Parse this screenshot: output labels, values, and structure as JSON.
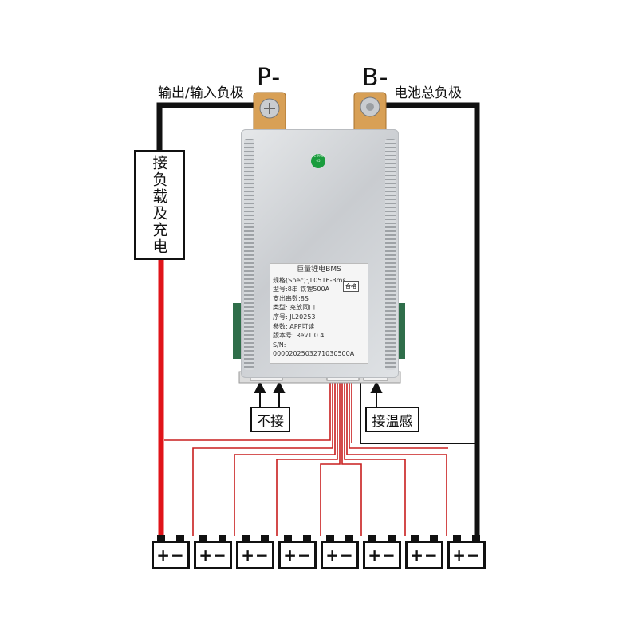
{
  "labels": {
    "p_minus": "P-",
    "b_minus": "B-",
    "output_input_negative": "输出/输入负极",
    "battery_total_negative": "电池总负极",
    "connect_load_charge": "接负载及充电",
    "no_connect": "不接",
    "connect_temp": "接温感"
  },
  "product_label": {
    "title": "巨量锂电BMS",
    "lines": [
      "规格(Spec):JL0516-Bms",
      "型号:8串 铁锂500A",
      "支出串数:8S",
      "类型: 充放同口",
      "序号: JL20253",
      "参数: APP可读",
      "版本号: Rev1.0.4",
      "S/N: 0000202503271030500A"
    ],
    "badge": "合格",
    "stamp": "QC PASS 05"
  },
  "cells": {
    "count": 8,
    "symbol": "+−"
  },
  "colors": {
    "wire_black": "#111111",
    "wire_red": "#e0141a",
    "balance_red": "#c81e1e",
    "busbar": "#d8a056",
    "stamp_green": "#1a9c3d"
  }
}
